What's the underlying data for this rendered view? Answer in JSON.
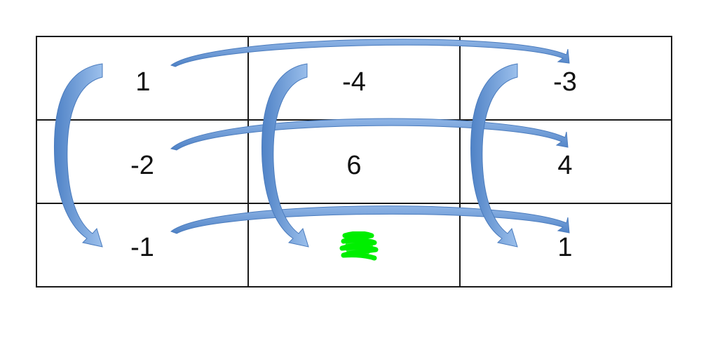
{
  "grid": {
    "rows": [
      [
        "1",
        "-4",
        "-3"
      ],
      [
        "-2",
        "6",
        "4"
      ],
      [
        "-1",
        "",
        "1"
      ]
    ]
  },
  "colors": {
    "line": "#1a1a1a",
    "arrow": "#6b9bd8",
    "arrow_edge": "#4a7bbd",
    "highlight": "#00ee00"
  },
  "icons": {
    "arrow_shape": "curved-arrow-icon",
    "mark": "green-scribble-icon"
  }
}
